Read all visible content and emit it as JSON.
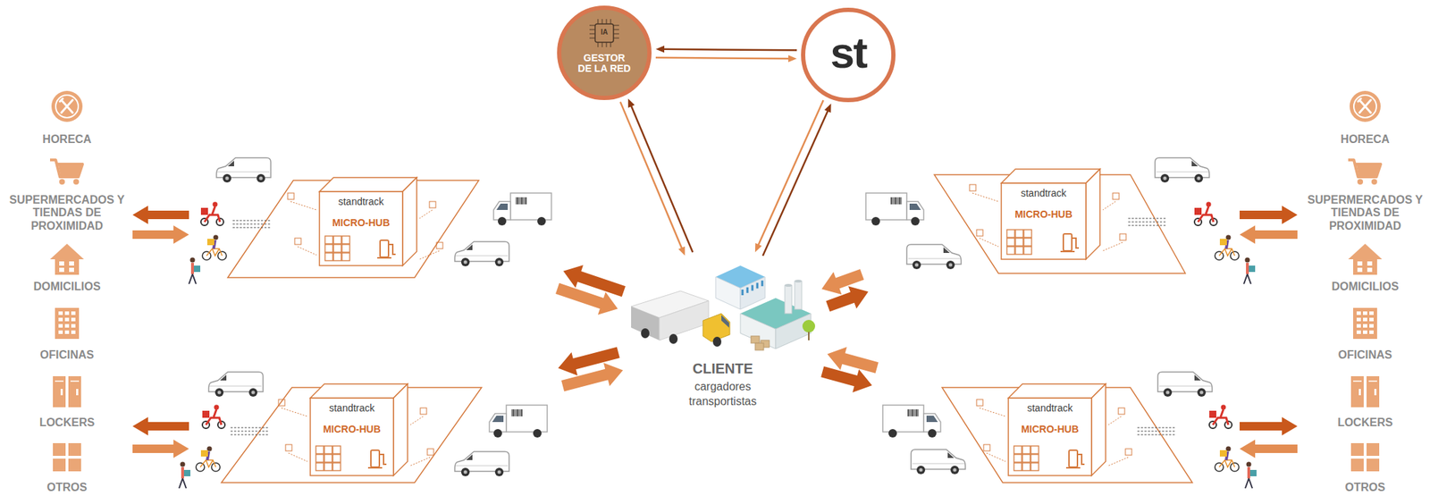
{
  "diagram": {
    "nodes": [
      {
        "text": [
          "IA",
          "GESTOR DE LA RED"
        ]
      },
      {
        "text": [
          "st"
        ]
      },
      {
        "text": [
          "standtrack",
          "MICRO-HUB"
        ]
      },
      {
        "text": [
          "standtrack",
          "MICRO-HUB"
        ]
      },
      {
        "text": [
          "CLIENTE",
          "cargadores transportistas"
        ]
      },
      {
        "text": [
          "standtrack",
          "MICRO-HUB"
        ]
      },
      {
        "text": [
          "standtrack",
          "MICRO-HUB"
        ]
      }
    ],
    "edges": [
      {
        "from": 0,
        "to": 1,
        "arrow": "both"
      },
      {
        "from": 0,
        "to": 4,
        "arrow": "both"
      },
      {
        "from": 1,
        "to": 4,
        "arrow": "both"
      },
      {
        "from": 2,
        "to": 4,
        "arrow": "both"
      },
      {
        "from": 3,
        "to": 4,
        "arrow": "both"
      },
      {
        "from": 5,
        "to": 4,
        "arrow": "both"
      },
      {
        "from": 6,
        "to": 4,
        "arrow": "both"
      }
    ],
    "labels": [
      "HORECA",
      "SUPERMERCADOS Y TIENDAS DE PROXIMIDAD",
      "DOMICILIOS",
      "OFICINAS",
      "LOCKERS",
      "OTROS",
      "HORECA",
      "SUPERMERCADOS Y TIENDAS DE PROXIMIDAD",
      "DOMICILIOS",
      "OFICINAS",
      "LOCKERS",
      "OTROS"
    ]
  }
}
